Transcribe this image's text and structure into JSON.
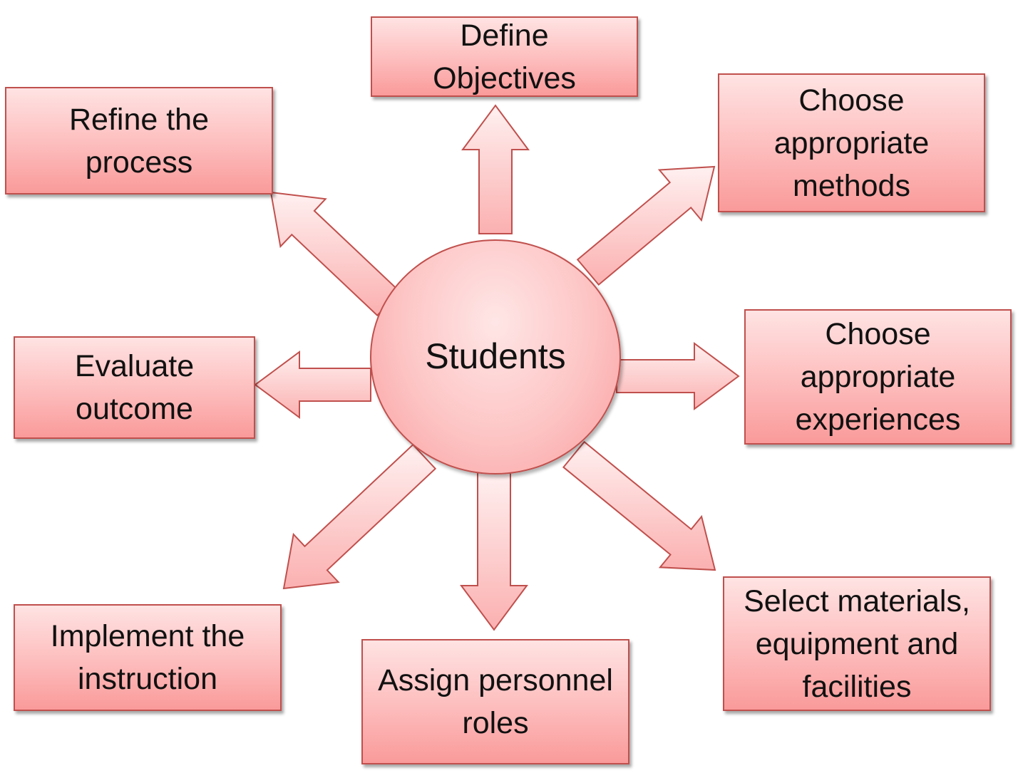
{
  "center": {
    "label": "Students"
  },
  "nodes": [
    {
      "id": "define-objectives",
      "lines": [
        "Define",
        "Objectives"
      ]
    },
    {
      "id": "choose-methods",
      "lines": [
        "Choose",
        "appropriate",
        "methods"
      ]
    },
    {
      "id": "choose-experiences",
      "lines": [
        "Choose",
        "appropriate",
        "experiences"
      ]
    },
    {
      "id": "select-materials",
      "lines": [
        "Select materials,",
        "equipment and",
        "facilities"
      ]
    },
    {
      "id": "assign-roles",
      "lines": [
        "Assign personnel",
        "roles"
      ]
    },
    {
      "id": "implement-instruction",
      "lines": [
        "Implement the",
        "instruction"
      ]
    },
    {
      "id": "evaluate-outcome",
      "lines": [
        "Evaluate",
        "outcome"
      ]
    },
    {
      "id": "refine-process",
      "lines": [
        "Refine the",
        "process"
      ]
    }
  ],
  "colors": {
    "fill_light": "#ffe3e3",
    "fill_dark": "#fa9a9a",
    "border": "#c0504d",
    "text": "#111111"
  }
}
